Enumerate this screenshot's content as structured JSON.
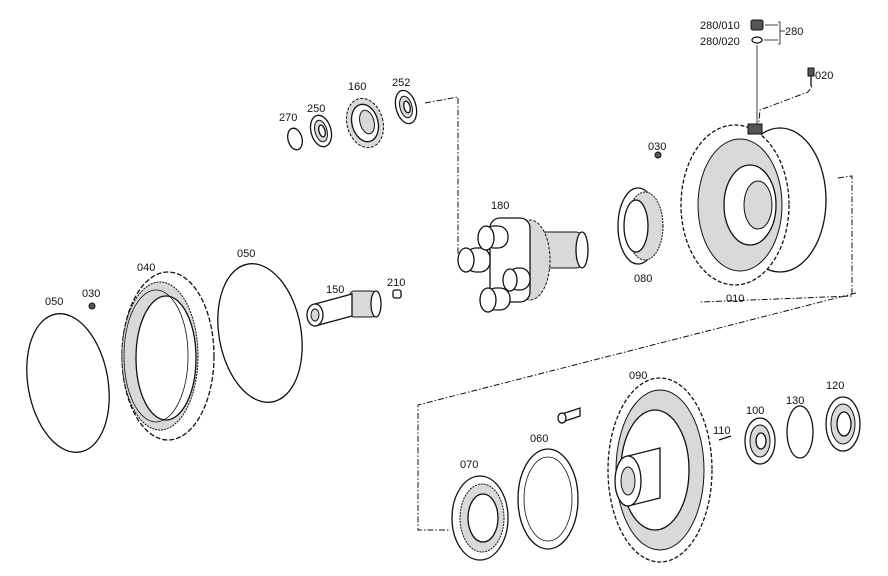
{
  "callouts": {
    "p280_010": "280/010",
    "p280_020": "280/020",
    "p280": "280",
    "p020": "020",
    "p270": "270",
    "p250": "250",
    "p160": "160",
    "p252": "252",
    "p030a": "030",
    "p180": "180",
    "p080": "080",
    "p010": "010",
    "p050a": "050",
    "p040": "040",
    "p030b": "030",
    "p050b": "050",
    "p150": "150",
    "p210": "210",
    "p090": "090",
    "p110": "110",
    "p100": "100",
    "p130": "130",
    "p120": "120",
    "p060": "060",
    "p070": "070"
  }
}
